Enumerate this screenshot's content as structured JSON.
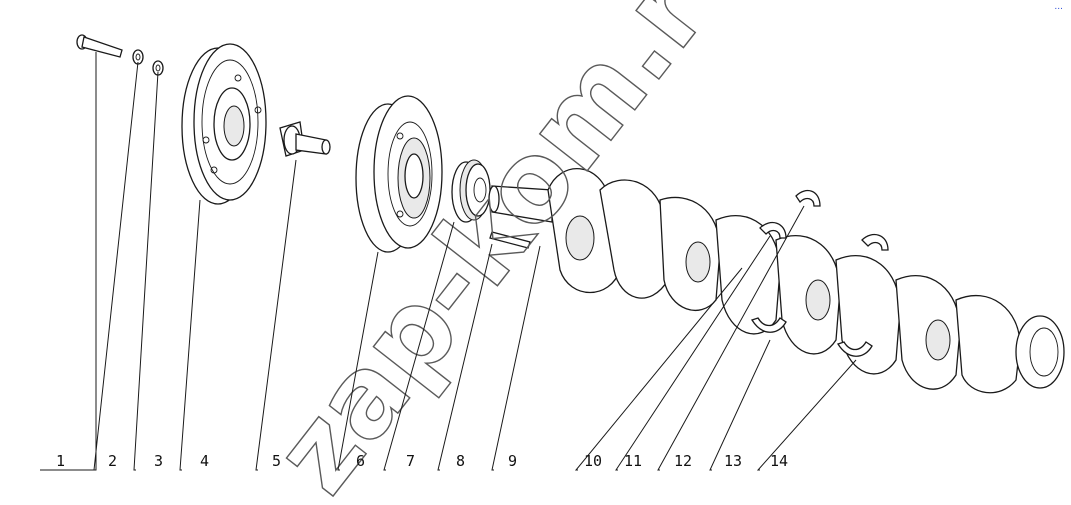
{
  "diagram": {
    "callouts": [
      {
        "id": "1",
        "label": "1"
      },
      {
        "id": "2",
        "label": "2"
      },
      {
        "id": "3",
        "label": "3"
      },
      {
        "id": "4",
        "label": "4"
      },
      {
        "id": "5",
        "label": "5"
      },
      {
        "id": "6",
        "label": "6"
      },
      {
        "id": "7",
        "label": "7"
      },
      {
        "id": "8",
        "label": "8"
      },
      {
        "id": "9",
        "label": "9"
      },
      {
        "id": "10",
        "label": "10"
      },
      {
        "id": "11",
        "label": "11"
      },
      {
        "id": "12",
        "label": "12"
      },
      {
        "id": "13",
        "label": "13"
      },
      {
        "id": "14",
        "label": "14"
      }
    ],
    "watermark": "zap-kom.ru",
    "corner_mark": "..."
  }
}
